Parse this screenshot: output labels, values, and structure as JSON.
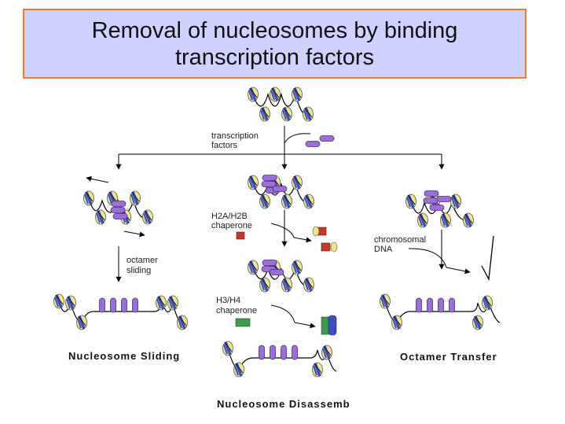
{
  "title": {
    "line1": "Removal of nucleosomes by binding",
    "line2": "transcription factors"
  },
  "labels": {
    "tf_line1": "transcription",
    "tf_line2": "factors",
    "h2a_line1": "H2A/H2B",
    "h2a_line2": "chaperone",
    "chromo_line1": "chromosomal",
    "chromo_line2": "DNA",
    "octamer_line1": "octamer",
    "octamer_line2": "sliding",
    "h3_line1": "H3/H4",
    "h3_line2": "chaperone"
  },
  "captions": {
    "left": "Nucleosome Sliding",
    "right": "Octamer Transfer",
    "bottom": "Nucleosome Disassemb"
  },
  "colors": {
    "title_bg": "#cfd2ff",
    "title_border": "#e8803a",
    "histone_yellow": "#f2e28a",
    "histone_blue": "#3a4fb8",
    "transcription_factor": "#9b6fd6",
    "h2a_chaperone": "#c0392b",
    "h3_chaperone": "#3f9a4f"
  }
}
